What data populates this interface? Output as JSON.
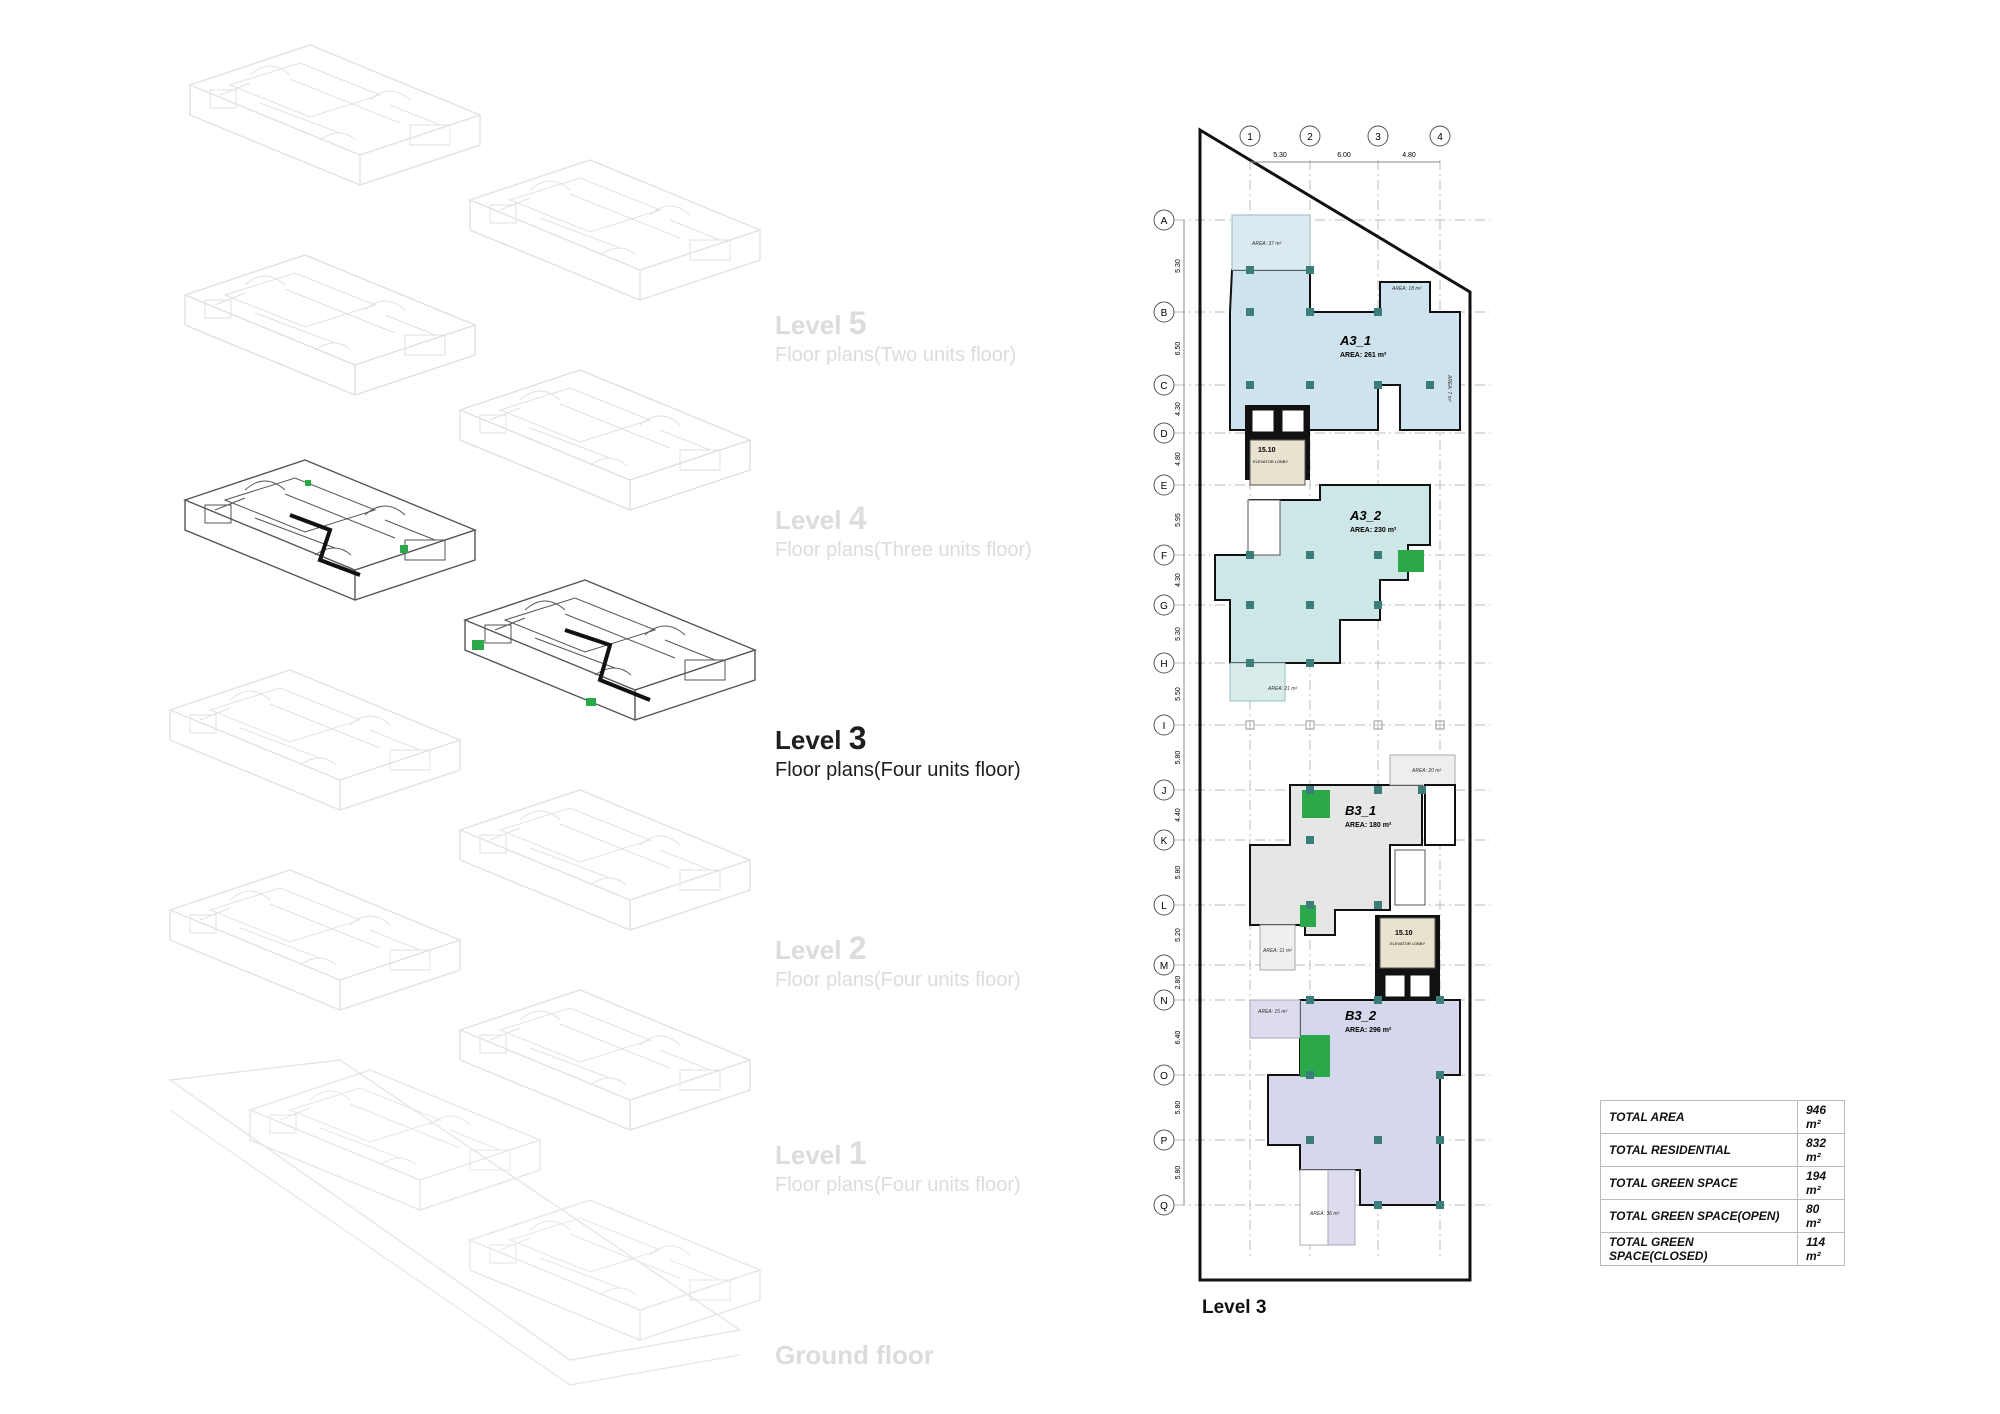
{
  "levels": [
    {
      "word": "Level",
      "num": "5",
      "desc": "Floor plans(Two units floor)",
      "active": false
    },
    {
      "word": "Level",
      "num": "4",
      "desc": "Floor plans(Three units floor)",
      "active": false
    },
    {
      "word": "Level",
      "num": "3",
      "desc": "Floor plans(Four units floor)",
      "active": true
    },
    {
      "word": "Level",
      "num": "2",
      "desc": "Floor plans(Four units floor)",
      "active": false
    },
    {
      "word": "Level",
      "num": "1",
      "desc": "Floor plans(Four units floor)",
      "active": false
    },
    {
      "word": "Ground floor",
      "num": "",
      "desc": "",
      "active": false
    }
  ],
  "plan": {
    "caption": "Level 3",
    "grid_cols": [
      "1",
      "2",
      "3",
      "4"
    ],
    "col_dims": [
      "5.30",
      "6.00",
      "4.80"
    ],
    "grid_rows": [
      "A",
      "B",
      "C",
      "D",
      "E",
      "F",
      "G",
      "H",
      "I",
      "J",
      "K",
      "L",
      "M",
      "N",
      "O",
      "P",
      "Q"
    ],
    "row_dims": [
      "5.30",
      "6.50",
      "4.30",
      "4.80",
      "5.95",
      "4.30",
      "5.30",
      "5.50",
      "5.80",
      "4.40",
      "5.80",
      "5.20",
      "2.80",
      "6.40",
      "5.80",
      "5.80"
    ],
    "units": [
      {
        "name": "A3_1",
        "area": "AREA: 261 m²",
        "color": "#cfe3ee"
      },
      {
        "name": "A3_2",
        "area": "AREA: 230 m²",
        "color": "#cde6e6"
      },
      {
        "name": "B3_1",
        "area": "AREA: 180 m²",
        "color": "#e6e6e6"
      },
      {
        "name": "B3_2",
        "area": "AREA: 296 m²",
        "color": "#d6d6ec"
      }
    ],
    "small_areas": [
      "AREA: 37 m²",
      "AREA: 18 m²",
      "AREA: 7 m²",
      "AREA: 21 m²",
      "AREA: 20 m²",
      "AREA: 11 m²",
      "AREA: 15 m²",
      "AREA: 36 m²"
    ],
    "core_labels": [
      "15.10",
      "15.10"
    ],
    "core_sub": [
      "ELEVATOR LOBBY",
      "ELEVATOR LOBBY"
    ]
  },
  "summary": [
    {
      "label": "TOTAL AREA",
      "value": "946 m²"
    },
    {
      "label": "TOTAL RESIDENTIAL",
      "value": "832 m²"
    },
    {
      "label": "TOTAL GREEN SPACE",
      "value": "194 m²"
    },
    {
      "label": "TOTAL GREEN SPACE(OPEN)",
      "value": "80 m²"
    },
    {
      "label": "TOTAL GREEN SPACE(CLOSED)",
      "value": "114 m²"
    }
  ],
  "colors": {
    "highlight_green": "#2aa84a",
    "column_teal": "#3b7d78",
    "ghost": "#dcdcdc"
  }
}
